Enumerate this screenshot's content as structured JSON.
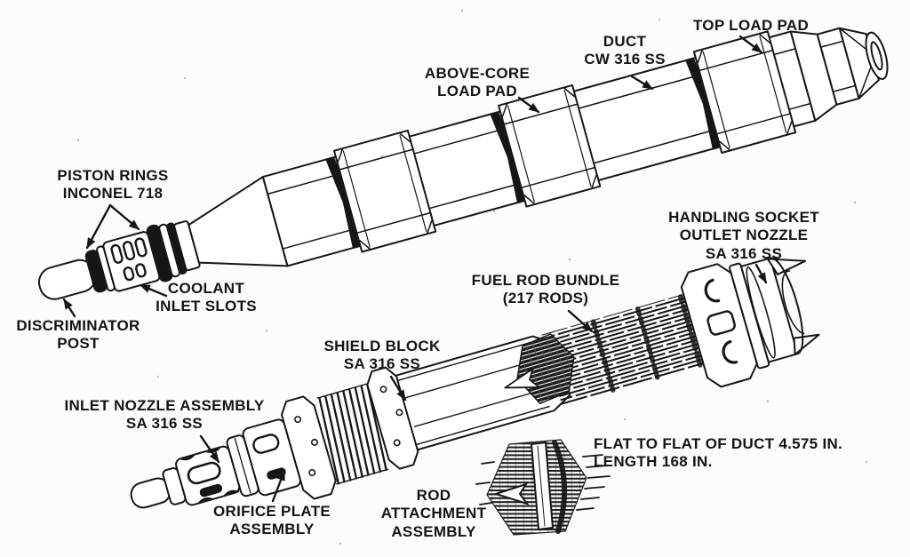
{
  "figure": {
    "description": "Cutaway engineering diagram of a reactor fuel assembly, exterior view above and sectioned view below, with a hexagonal rod-attachment cross-section detail",
    "colors": {
      "ink": "#161616",
      "paper": "#fcfcfa"
    },
    "labels": {
      "top_load_pad": "TOP LOAD PAD",
      "duct": "DUCT\nCW 316 SS",
      "above_core_load_pad": "ABOVE-CORE\nLOAD PAD",
      "piston_rings": "PISTON RINGS\nINCONEL 718",
      "coolant_inlet_slots": "COOLANT\nINLET SLOTS",
      "discriminator_post": "DISCRIMINATOR\nPOST",
      "handling_socket_outlet_nozzle": "HANDLING SOCKET\nOUTLET NOZZLE\nSA 316 SS",
      "fuel_rod_bundle": "FUEL ROD BUNDLE\n(217 RODS)",
      "shield_block": "SHIELD BLOCK\nSA 316 SS",
      "inlet_nozzle_assembly": "INLET NOZZLE ASSEMBLY\nSA 316 SS",
      "orifice_plate_assembly": "ORIFICE PLATE\nASSEMBLY",
      "rod_attachment_assembly": "ROD\nATTACHMENT\nASSEMBLY",
      "dimension_note": "FLAT TO FLAT OF DUCT 4.575 IN.\nLENGTH 168 IN."
    }
  }
}
